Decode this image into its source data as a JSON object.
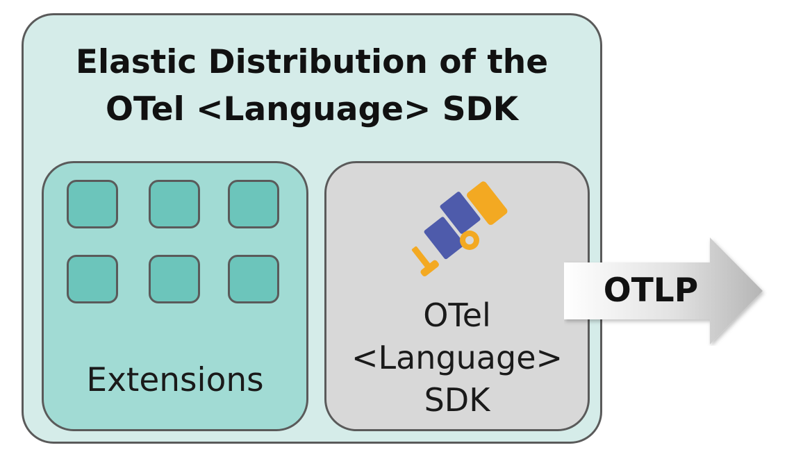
{
  "diagram": {
    "title_lines": [
      "Elastic Distribution of the",
      "OTel <Language> SDK"
    ],
    "extensions": {
      "label": "Extensions",
      "tile_count": 6
    },
    "sdk": {
      "label_lines": [
        "OTel",
        "<Language>",
        "SDK"
      ],
      "icon": "telescope-icon"
    },
    "arrow": {
      "label": "OTLP"
    },
    "colors": {
      "outer_fill": "#d5ece9",
      "extensions_fill": "#a1dbd4",
      "tile_fill": "#6cc5bb",
      "sdk_fill": "#d8d8d8",
      "border": "#5a5a5a",
      "telescope_blue": "#4e5bab",
      "telescope_orange": "#f3a922"
    }
  }
}
